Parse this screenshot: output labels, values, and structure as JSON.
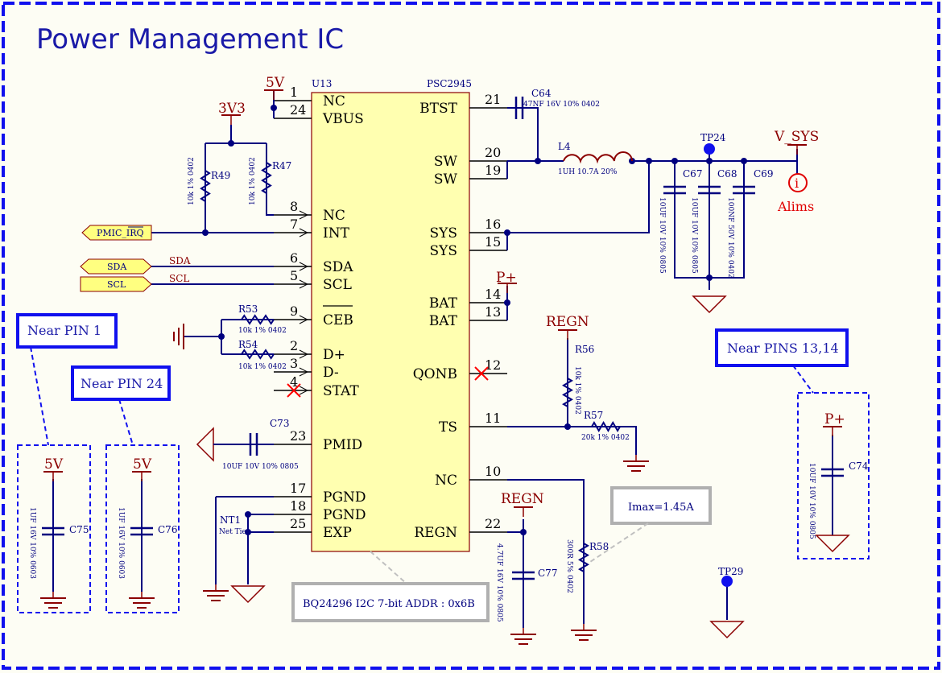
{
  "title": "Power Management IC",
  "ic": {
    "ref": "U13",
    "part": "PSC2945",
    "note": "BQ24296 I2C 7-bit ADDR : 0x6B"
  },
  "pins_left": [
    {
      "num": "1",
      "name": "NC"
    },
    {
      "num": "24",
      "name": "VBUS"
    },
    {
      "num": "8",
      "name": "NC"
    },
    {
      "num": "7",
      "name": "INT"
    },
    {
      "num": "6",
      "name": "SDA"
    },
    {
      "num": "5",
      "name": "SCL"
    },
    {
      "num": "9",
      "name": "CEB"
    },
    {
      "num": "2",
      "name": "D+"
    },
    {
      "num": "3",
      "name": "D-"
    },
    {
      "num": "4",
      "name": "STAT"
    },
    {
      "num": "23",
      "name": "PMID"
    },
    {
      "num": "17",
      "name": "PGND"
    },
    {
      "num": "18",
      "name": "PGND"
    },
    {
      "num": "25",
      "name": "EXP"
    }
  ],
  "pins_right": [
    {
      "num": "21",
      "name": "BTST"
    },
    {
      "num": "20",
      "name": "SW"
    },
    {
      "num": "19",
      "name": "SW"
    },
    {
      "num": "16",
      "name": "SYS"
    },
    {
      "num": "15",
      "name": "SYS"
    },
    {
      "num": "14",
      "name": "BAT"
    },
    {
      "num": "13",
      "name": "BAT"
    },
    {
      "num": "12",
      "name": "QONB"
    },
    {
      "num": "11",
      "name": "TS"
    },
    {
      "num": "10",
      "name": "NC"
    },
    {
      "num": "22",
      "name": "REGN"
    }
  ],
  "power": {
    "v5": "5V",
    "v3v3": "3V3",
    "vsys": "V_SYS",
    "pplus": "P+",
    "regn": "REGN"
  },
  "ports": {
    "pmic_irq": "PMIC_IRQ",
    "sda": "SDA",
    "scl": "SCL"
  },
  "nets": {
    "sda": "SDA",
    "scl": "SCL"
  },
  "components": {
    "R49": {
      "ref": "R49",
      "val": "10k 1% 0402"
    },
    "R47": {
      "ref": "R47",
      "val": "10k 1% 0402"
    },
    "R53": {
      "ref": "R53",
      "val": "10k 1% 0402"
    },
    "R54": {
      "ref": "R54",
      "val": "10k 1% 0402"
    },
    "R56": {
      "ref": "R56",
      "val": "10k 1% 0402"
    },
    "R57": {
      "ref": "R57",
      "val": "20k 1% 0402"
    },
    "R58": {
      "ref": "R58",
      "val": "300R 5% 0402"
    },
    "C64": {
      "ref": "C64",
      "val": "47NF 16V 10% 0402"
    },
    "L4": {
      "ref": "L4",
      "val": "1UH 10.7A 20%"
    },
    "C67": {
      "ref": "C67",
      "val": "10UF 10V 10% 0805"
    },
    "C68": {
      "ref": "C68",
      "val": "10UF 10V 10% 0805"
    },
    "C69": {
      "ref": "C69",
      "val": "100NF 50V 10% 0402"
    },
    "C73": {
      "ref": "C73",
      "val": "10UF 10V 10% 0805"
    },
    "C74": {
      "ref": "C74",
      "val": "10UF 10V 10% 0805"
    },
    "C75": {
      "ref": "C75",
      "val": "1UF 16V 10% 0603"
    },
    "C76": {
      "ref": "C76",
      "val": "1UF 16V 10% 0603"
    },
    "C77": {
      "ref": "C77",
      "val": "4.7UF 16V 10% 0805"
    },
    "NT1": {
      "ref": "NT1",
      "val": "Net Tie"
    },
    "TP24": {
      "ref": "TP24"
    },
    "TP29": {
      "ref": "TP29"
    }
  },
  "alims": "Alims",
  "info_glyph": "i",
  "notes": {
    "pin1": "Near PIN 1",
    "pin24": "Near PIN 24",
    "pins1314": "Near PINS 13,14",
    "imax": "Imax=1.45A"
  },
  "colors": {
    "border": "#1010ee",
    "wire": "#00007f",
    "ic_fill": "#ffffb0",
    "ic_stroke": "#8b0000",
    "power": "#8b0000",
    "port_fill": "#ffff80",
    "note_box": "#b0b0b0",
    "error": "#ff0000"
  }
}
